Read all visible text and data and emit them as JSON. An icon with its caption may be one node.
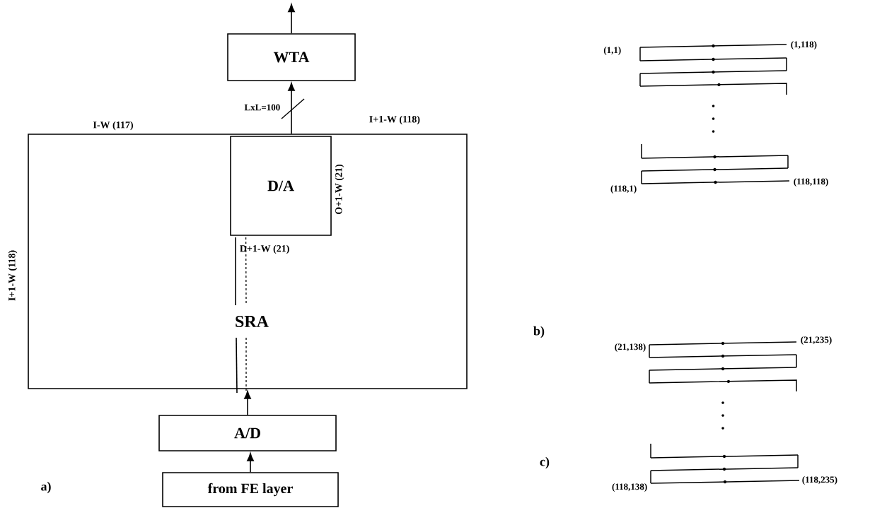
{
  "diagram": {
    "nodes": [
      {
        "text": [
          "WTA"
        ]
      },
      {
        "text": [
          "SRA"
        ]
      },
      {
        "text": [
          "D/A"
        ],
        "in": 1
      },
      {
        "text": [
          "A/D"
        ]
      },
      {
        "text": [
          "from FE layer"
        ]
      }
    ],
    "edges": [
      {
        "from": 0,
        "to": null,
        "arrow": "to"
      },
      {
        "from": 1,
        "to": 0,
        "arrow": "to",
        "label": "LxL=100"
      },
      {
        "from": 3,
        "to": 1,
        "arrow": "to"
      },
      {
        "from": 4,
        "to": 3,
        "arrow": "to"
      }
    ],
    "labels": [
      "I-W (117)",
      "I+1-W (118)",
      "I+1-W (118)",
      "O+1-W (21)",
      "D+1-W (21)",
      "a)",
      "(1,1)",
      "(1,118)",
      "(118,1)",
      "(118,118)",
      "b)",
      "(21,138)",
      "(21,235)",
      "c)",
      "(118,138)",
      "(118,235)"
    ]
  }
}
